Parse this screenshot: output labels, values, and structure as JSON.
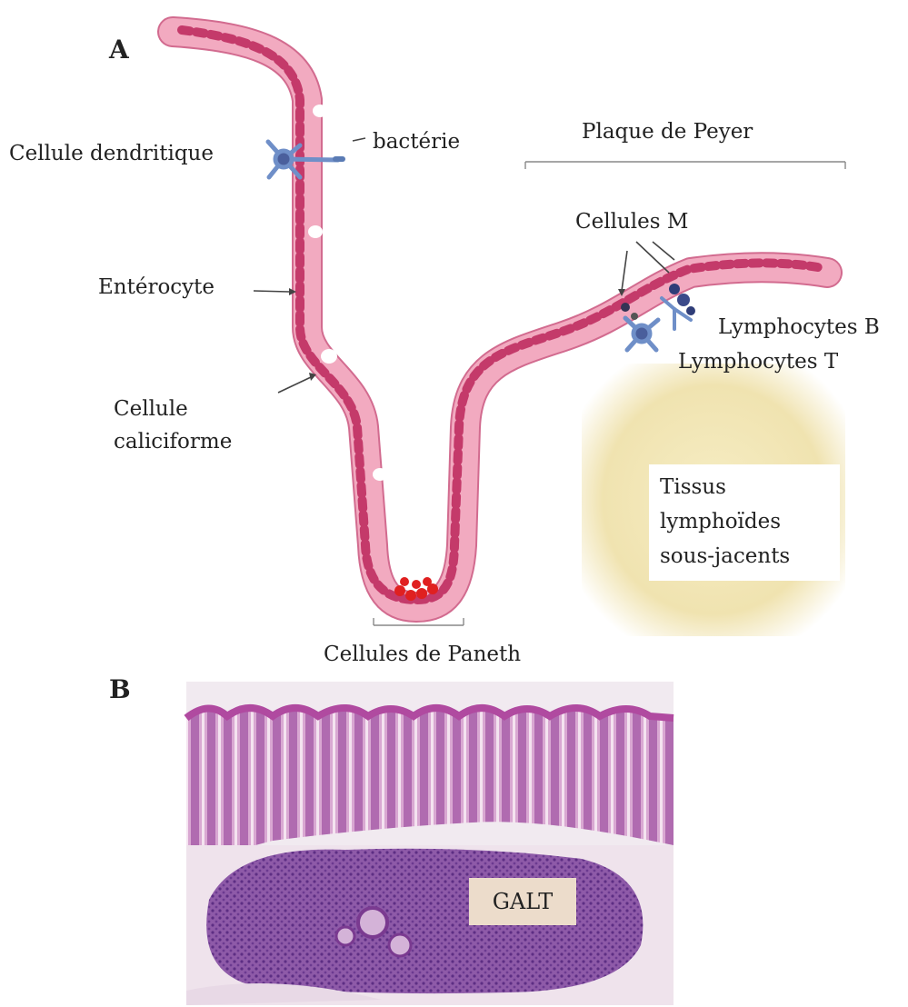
{
  "panels": {
    "a": "A",
    "b": "B"
  },
  "labels": {
    "cellule_dendritique": "Cellule dendritique",
    "bacterie": "bactérie",
    "enterocyte": "Entérocyte",
    "cellule_caliciforme_1": "Cellule",
    "cellule_caliciforme_2": "caliciforme",
    "plaque_de_peyer": "Plaque de Peyer",
    "cellules_m": "Cellules M",
    "lymphocytes_b": "Lymphocytes B",
    "lymphocytes_t": "Lymphocytes T",
    "tissus_1": "Tissus",
    "tissus_2": "lymphoïdes",
    "tissus_3": "sous-jacents",
    "cellules_de_paneth": "Cellules de Paneth",
    "galt": "GALT"
  },
  "colors": {
    "epithelium": "#f2aac0",
    "epithelium_edge": "#d26b8f",
    "nucleus": "#c43a6a",
    "paneth": "#e02020",
    "dendritic": "#6f8fc8",
    "lymphoid_glow": "#f1e6b4",
    "histo_purple": "#8a4a9a"
  }
}
